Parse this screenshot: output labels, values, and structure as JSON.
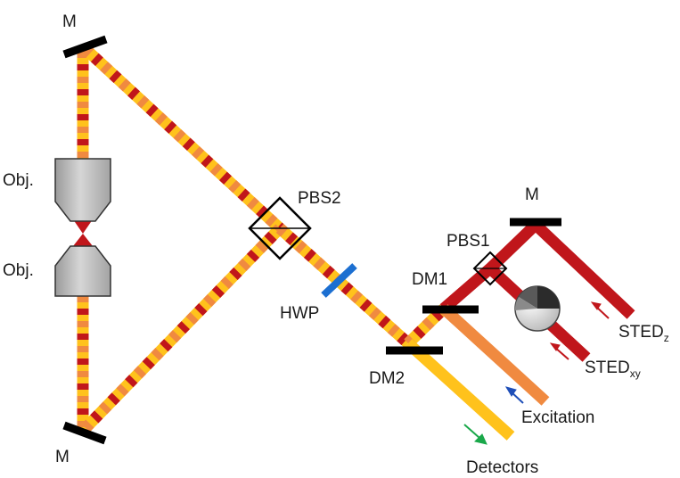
{
  "diagram": {
    "labels": {
      "mirror_top": "M",
      "mirror_bottom": "M",
      "objective_top": "Obj.",
      "objective_bottom": "Obj.",
      "pbs2": "PBS2",
      "hwp": "HWP",
      "dm2": "DM2",
      "dm1": "DM1",
      "pbs1": "PBS1",
      "mirror_right": "M",
      "excitation": "Excitation",
      "detectors": "Detectors",
      "sted_z_main": "STED",
      "sted_z_sub": "z",
      "sted_xy_main": "STED",
      "sted_xy_sub": "xy"
    },
    "colors": {
      "sted": "#c0161b",
      "excitation": "#f08a40",
      "detection": "#ffc21c",
      "hwp": "#1c6fd1",
      "optic_black": "#000000",
      "arrow_red": "#c0161b",
      "arrow_blue": "#1f4fb8",
      "arrow_green": "#1aa84a"
    }
  }
}
